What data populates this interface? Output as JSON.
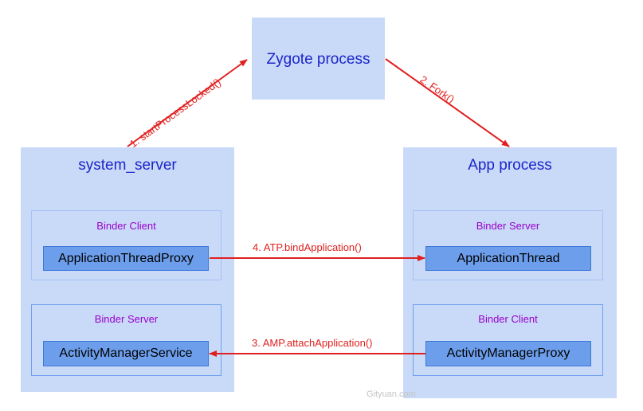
{
  "zygote": {
    "title": "Zygote process"
  },
  "system_server": {
    "title": "system_server",
    "binder_client": {
      "label": "Binder Client",
      "class": "ApplicationThreadProxy"
    },
    "binder_server": {
      "label": "Binder Server",
      "class": "ActivityManagerService"
    }
  },
  "app_process": {
    "title": "App process",
    "binder_server": {
      "label": "Binder Server",
      "class": "ApplicationThread"
    },
    "binder_client": {
      "label": "Binder Client",
      "class": "ActivityManagerProxy"
    }
  },
  "edges": {
    "start": "1. startProcessLocked()",
    "fork": "2. Fork()",
    "attach": "3. AMP.attachApplication()",
    "bind": "4. ATP.bindApplication()"
  },
  "watermark": "Gityuan.com",
  "colors": {
    "arrow": "#e02020",
    "title": "#1c25c9",
    "subtitle": "#9900cc",
    "container": "#c9daf8",
    "class_box": "#6d9eeb"
  }
}
